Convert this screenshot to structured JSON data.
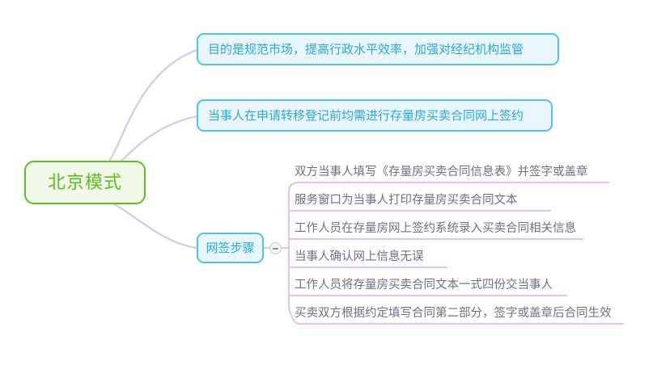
{
  "root": {
    "label": "北京模式",
    "color": "#5ac11e",
    "fill": "#f1fae8"
  },
  "branches": [
    {
      "label": "目的是规范市场，提高行政水平效率，加强对经纪机构监管",
      "color": "#29a8e0",
      "border": "#4ec3f0",
      "fill": "#e9f7fd"
    },
    {
      "label": "当事人在申请转移登记前均需进行存量房买卖合同网上签约",
      "color": "#29a8e0",
      "border": "#4ec3f0",
      "fill": "#e9f7fd"
    },
    {
      "label": "网签步骤",
      "color": "#29a8e0",
      "border": "#4ec3f0",
      "fill": "#e9f7fd"
    }
  ],
  "collapse_button": {
    "icon": "minus-circle-icon",
    "state": "expanded"
  },
  "subitems": [
    {
      "label": "双方当事人填写《存量房买卖合同信息表》并签字或盖章"
    },
    {
      "label": "服务窗口为当事人打印存量房买卖合同文本"
    },
    {
      "label": "工作人员在存量房网上签约系统录入买卖合同相关信息"
    },
    {
      "label": "当事人确认网上信息无误"
    },
    {
      "label": "工作人员将存量房买卖合同文本一式四份交当事人"
    },
    {
      "label": "买卖双方根据约定填写合同第二部分，签字或盖章后合同生效"
    }
  ],
  "connector": {
    "color": "#dcc9ea"
  }
}
